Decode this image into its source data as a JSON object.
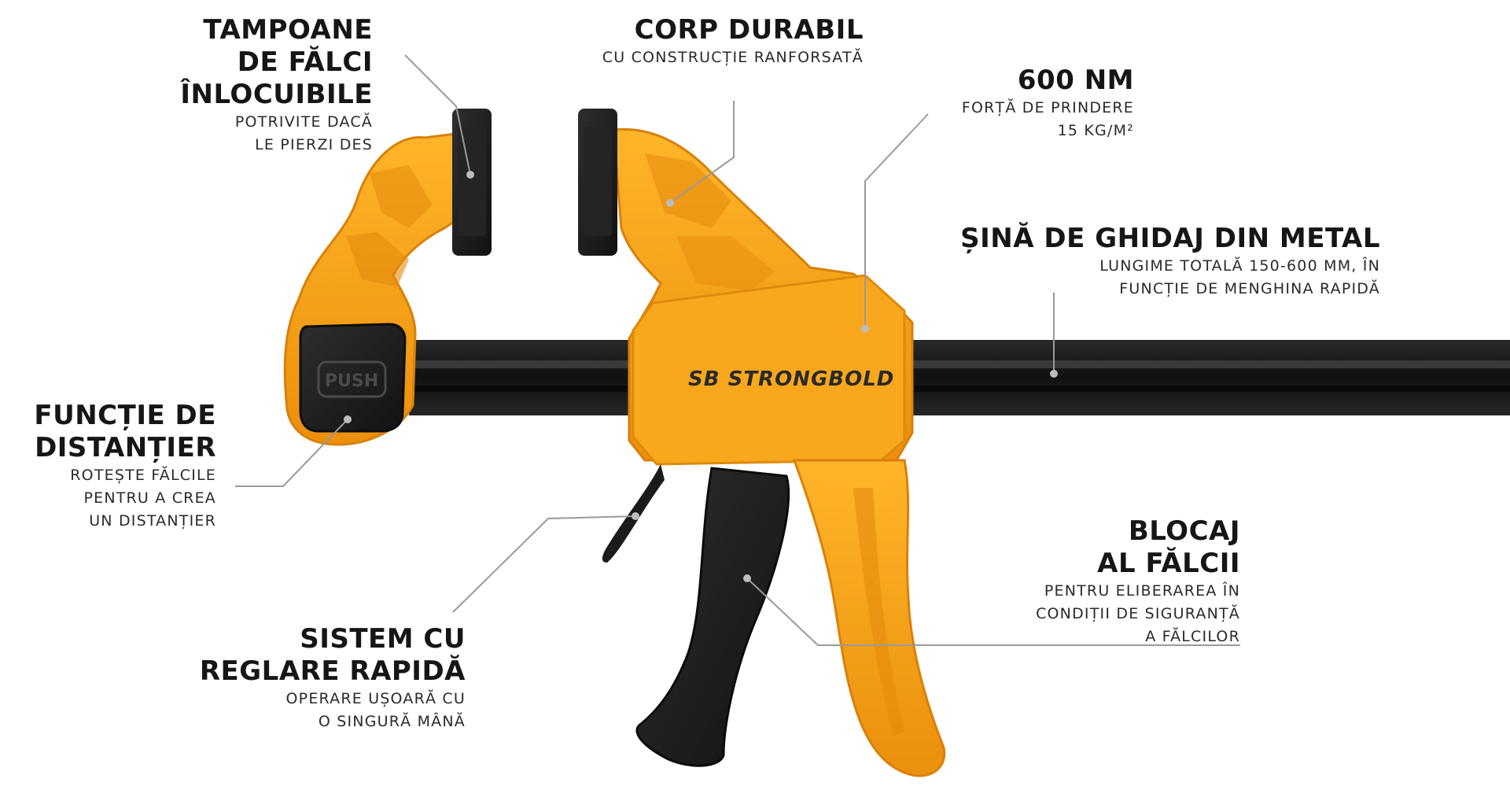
{
  "brand": {
    "logo_text": "SB STRONGBOLD",
    "push_label": "PUSH"
  },
  "colors": {
    "body": "#f7a419",
    "body_dark": "#e08a0a",
    "rubber": "#1c1c1c",
    "rail": "#141414",
    "leader": "#9a9a9a"
  },
  "callouts": [
    {
      "key": "pads",
      "title": [
        "TAMPOANE",
        "DE FĂLCI",
        "ÎNLOCUIBILE"
      ],
      "sub": [
        "POTRIVITE DACĂ",
        "LE PIERZI DES"
      ]
    },
    {
      "key": "body",
      "title": [
        "CORP DURABIL"
      ],
      "sub": [
        "CU CONSTRUCȚIE RANFORSATĂ"
      ]
    },
    {
      "key": "force",
      "title": [
        "600 NM"
      ],
      "sub": [
        "FORȚĂ DE PRINDERE",
        "15 KG/M²"
      ]
    },
    {
      "key": "rail",
      "title": [
        "ȘINĂ DE GHIDAJ DIN METAL"
      ],
      "sub": [
        "LUNGIME TOTALĂ 150-600 MM, ÎN",
        "FUNCȚIE DE MENGHINA RAPIDĂ"
      ]
    },
    {
      "key": "spreader",
      "title": [
        "FUNCȚIE DE",
        "DISTANȚIER"
      ],
      "sub": [
        "ROTEȘTE FĂLCILE",
        "PENTRU A CREA",
        "UN DISTANȚIER"
      ]
    },
    {
      "key": "lock",
      "title": [
        "BLOCAJ",
        "AL FĂLCII"
      ],
      "sub": [
        "PENTRU ELIBERAREA ÎN",
        "CONDIȚII DE SIGURANȚĂ",
        "A FĂLCILOR"
      ]
    },
    {
      "key": "quick",
      "title": [
        "SISTEM CU",
        "REGLARE RAPIDĂ"
      ],
      "sub": [
        "OPERARE UȘOARĂ CU",
        "O SINGURĂ MÂNĂ"
      ]
    }
  ]
}
